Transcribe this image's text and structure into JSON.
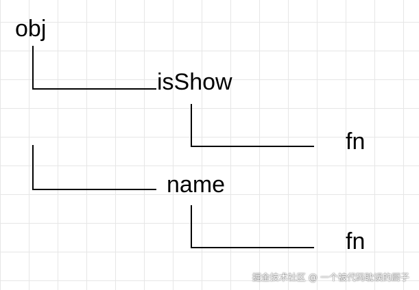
{
  "diagram": {
    "nodes": [
      {
        "id": "obj",
        "label": "obj"
      },
      {
        "id": "isShow",
        "label": "isShow"
      },
      {
        "id": "fn_1",
        "label": "fn"
      },
      {
        "id": "name",
        "label": "name"
      },
      {
        "id": "fn_2",
        "label": "fn"
      }
    ],
    "edges": [
      {
        "from": "obj",
        "to": "isShow"
      },
      {
        "from": "isShow",
        "to": "fn_1"
      },
      {
        "from": "obj",
        "to": "name"
      },
      {
        "from": "name",
        "to": "fn_2"
      }
    ],
    "line_color": "#000000",
    "grid_color": "#e6e6e6"
  },
  "watermark": {
    "text": "掘金技术社区 @ 一个被代码耽误的厨子"
  }
}
